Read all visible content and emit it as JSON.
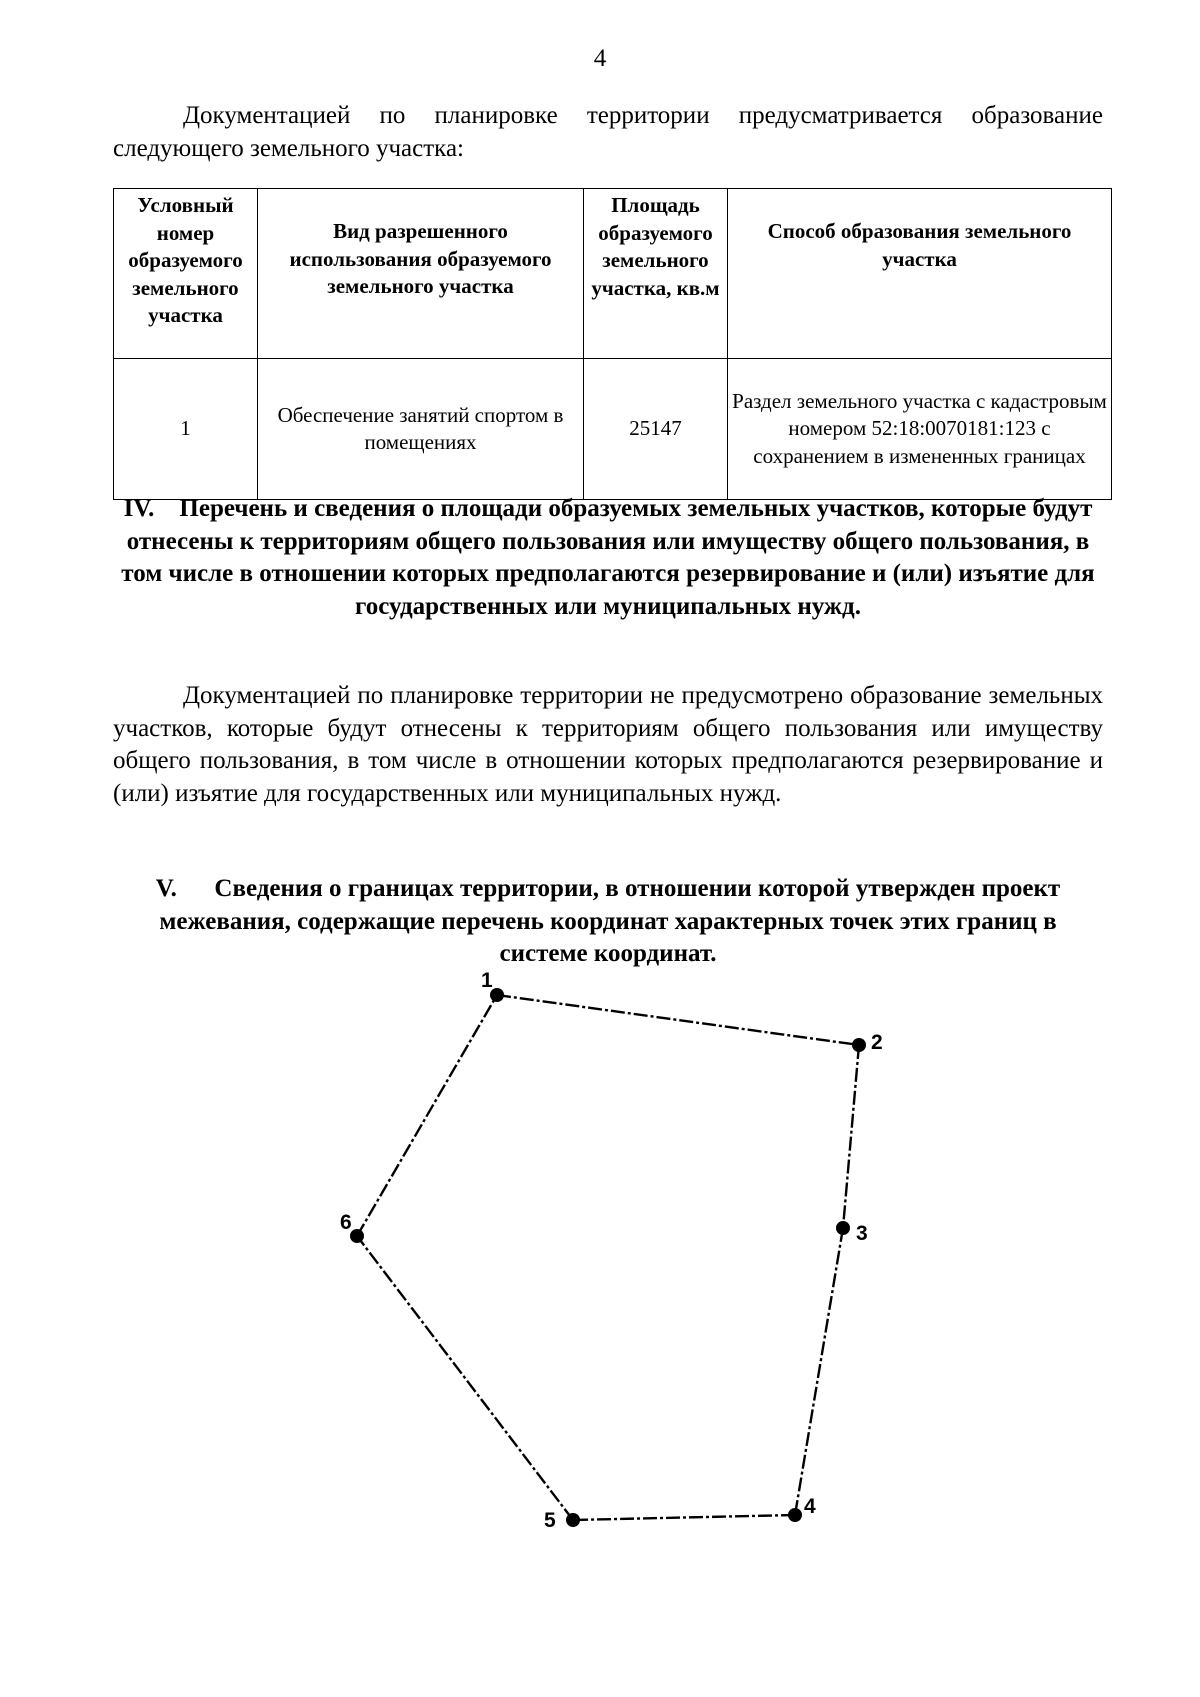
{
  "page_number": "4",
  "intro_text": "Документацией по планировке территории предусматривается образование следующего земельного участка:",
  "table": {
    "headers": [
      "Условный номер образуемого земельного участка",
      "Вид разрешенного использования образуемого земельного участка",
      "Площадь образуемого земельного участка, кв.м",
      "Способ образования земельного участка"
    ],
    "rows": [
      [
        "1",
        "Обеспечение занятий спортом в помещениях",
        "25147",
        "Раздел земельного участка с кадастровым номером 52:18:0070181:123 с сохранением в измененных границах"
      ]
    ]
  },
  "section4": {
    "number": "IV.",
    "title": "Перечень и сведения о площади образуемых земельных участков, которые будут отнесены к территориям общего пользования или имуществу общего пользования, в том числе в отношении которых предполагаются резервирование и (или) изъятие для государственных или муниципальных нужд.",
    "body": "Документацией по планировке территории не предусмотрено образование земельных участков, которые будут отнесены к территориям общего пользования или имуществу общего пользования, в том числе в отношении которых предполагаются резервирование и (или) изъятие для государственных или муниципальных нужд."
  },
  "section5": {
    "number": "V.",
    "title": "Сведения о границах территории, в отношении которой утвержден проект межевания, содержащие перечень координат характерных точек этих границ в системе координат."
  },
  "boundary_points": [
    "1",
    "2",
    "3",
    "4",
    "5",
    "6"
  ]
}
